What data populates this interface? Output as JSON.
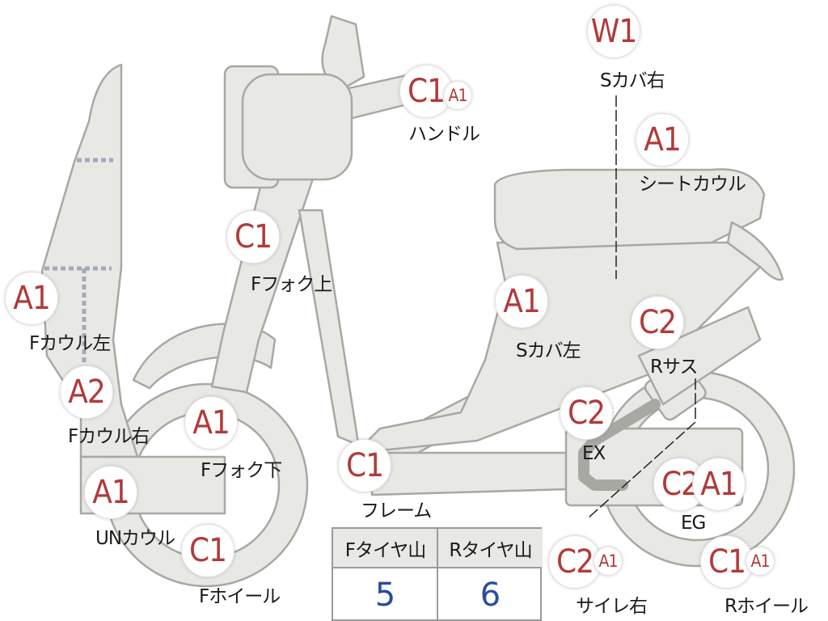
{
  "parts": {
    "handle": {
      "grade": "C1",
      "sub": "A1",
      "label": "ハンドル"
    },
    "cover_right": {
      "grade": "W1",
      "label": "Sカバ右"
    },
    "seat_cowl": {
      "grade": "A1",
      "label": "シートカウル"
    },
    "fork_upper": {
      "grade": "C1",
      "label": "Fフォク上"
    },
    "cowl_left": {
      "grade": "A1",
      "label": "Fカウル左"
    },
    "cover_left": {
      "grade": "A1",
      "label": "Sカバ左"
    },
    "rear_suspension": {
      "grade": "C2",
      "label": "Rサス"
    },
    "cowl_right": {
      "grade": "A2",
      "label": "Fカウル右"
    },
    "fork_lower": {
      "grade": "A1",
      "label": "Fフォク下"
    },
    "exhaust": {
      "grade": "C2",
      "label": "EX"
    },
    "frame": {
      "grade": "C1",
      "label": "フレーム"
    },
    "under_cowl": {
      "grade": "A1",
      "label": "UNカウル"
    },
    "engine": {
      "grade": "C2",
      "grade2": "A1",
      "label": "EG"
    },
    "front_wheel": {
      "grade": "C1",
      "label": "Fホイール"
    },
    "muffler_right": {
      "grade": "C2",
      "sub": "A1",
      "label": "サイレ右"
    },
    "rear_wheel": {
      "grade": "C1",
      "sub": "A1",
      "label": "Rホイール"
    }
  },
  "tire_table": {
    "front_header": "Fタイヤ山",
    "rear_header": "Rタイヤ山",
    "front_value": "5",
    "rear_value": "6"
  },
  "colors": {
    "part_fill": "#e8e8e5",
    "part_stroke": "#a8a8a3",
    "grade_text": "#b23a3a",
    "tire_value": "#2a4d9c",
    "dashed_seam": "#a3a9b8"
  }
}
